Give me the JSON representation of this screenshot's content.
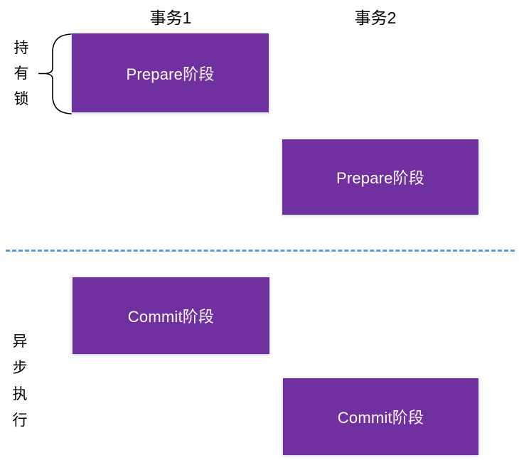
{
  "diagram": {
    "title_columns": [
      {
        "id": "txn1",
        "label": "事务1"
      },
      {
        "id": "txn2",
        "label": "事务2"
      }
    ],
    "boxes": [
      {
        "id": "txn1-prepare",
        "label": "Prepare阶段",
        "column": "事务1",
        "phase": "prepare"
      },
      {
        "id": "txn2-prepare",
        "label": "Prepare阶段",
        "column": "事务2",
        "phase": "prepare"
      },
      {
        "id": "txn1-commit",
        "label": "Commit阶段",
        "column": "事务1",
        "phase": "commit"
      },
      {
        "id": "txn2-commit",
        "label": "Commit阶段",
        "column": "事务2",
        "phase": "commit"
      }
    ],
    "annotations": {
      "lock_bracket_label": "持有锁",
      "async_label": "异步执行"
    },
    "divider": {
      "style": "dashed",
      "orientation": "horizontal"
    },
    "colors": {
      "box_fill": "#7030A0",
      "box_text": "#FFFFFF",
      "divider": "#5B9BD5",
      "brace_stroke": "#000000",
      "background": "#FFFFFF",
      "label_text": "#000000"
    }
  }
}
